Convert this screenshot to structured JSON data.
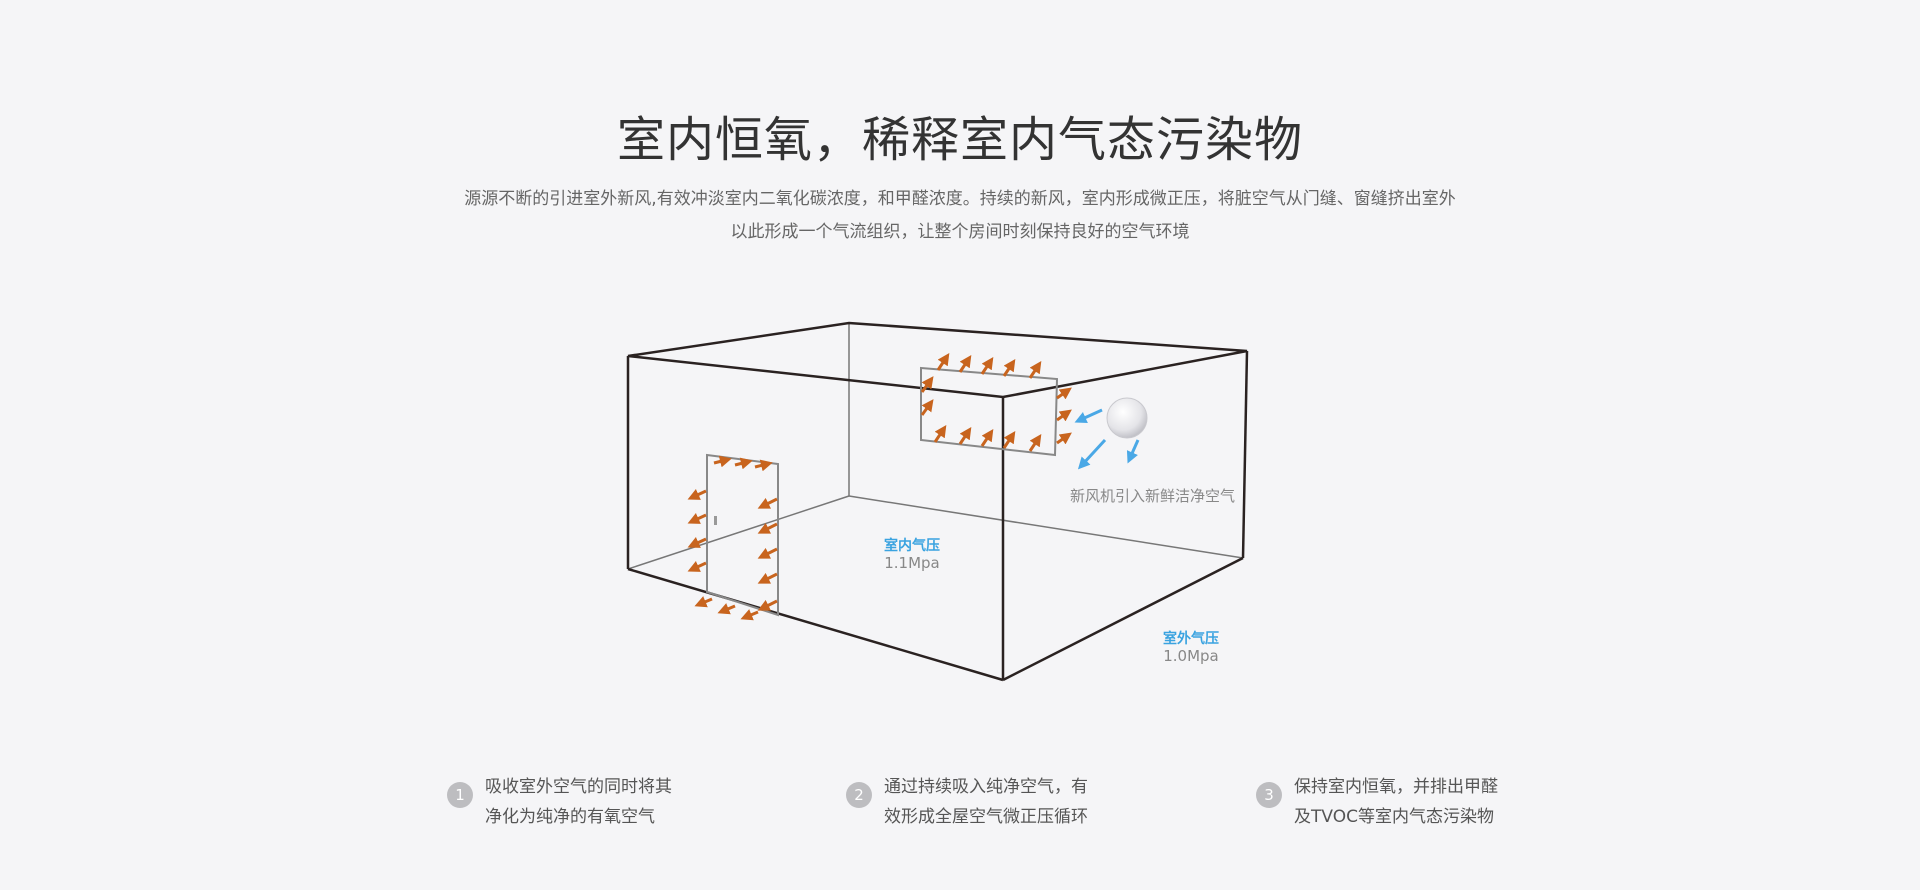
{
  "heading": {
    "title": "室内恒氧，稀释室内气态污染物",
    "desc_line1": "源源不断的引进室外新风,有效冲淡室内二氧化碳浓度，和甲醛浓度。持续的新风，室内形成微正压，将脏空气从门缝、窗缝挤出室外",
    "desc_line2": "以此形成一个气流组织，让整个房间时刻保持良好的空气环境"
  },
  "diagram": {
    "fan_label": "新风机引入新鲜洁净空气",
    "indoor_label": "室内气压",
    "indoor_value": "1.1Mpa",
    "outdoor_label": "室外气压",
    "outdoor_value": "1.0Mpa",
    "colors": {
      "room_edge": "#2a2221",
      "inner_edge": "#777777",
      "arrow_out": "#c8641e",
      "arrow_in": "#4aa8e6",
      "pressure_label": "#3aa3e0"
    }
  },
  "steps": [
    {
      "num": "1",
      "line1": "吸收室外空气的同时将其",
      "line2": "净化为纯净的有氧空气"
    },
    {
      "num": "2",
      "line1": "通过持续吸入纯净空气，有",
      "line2": "效形成全屋空气微正压循环"
    },
    {
      "num": "3",
      "line1": "保持室内恒氧，并排出甲醛",
      "line2": "及TVOC等室内气态污染物"
    }
  ]
}
